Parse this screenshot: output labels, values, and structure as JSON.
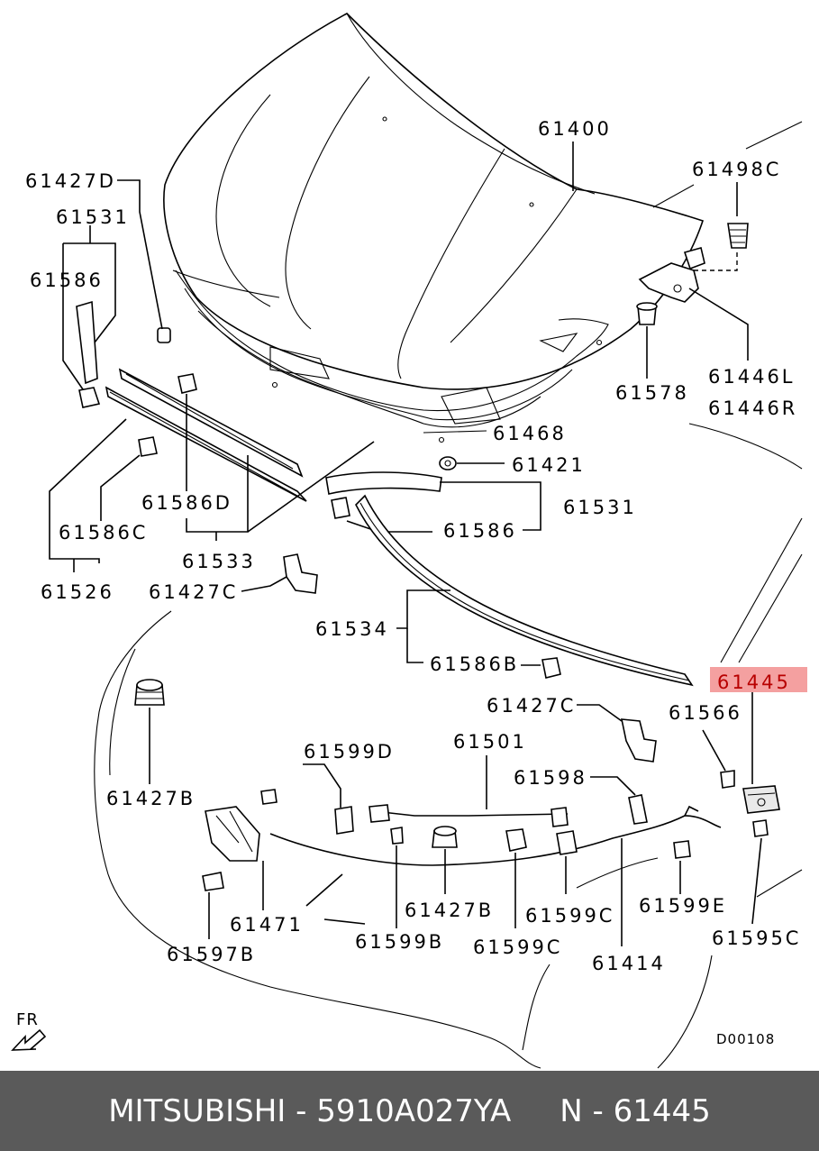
{
  "labels": {
    "l61400": "61400",
    "l61498C": "61498C",
    "l61427D": "61427D",
    "l61531_top": "61531",
    "l61586_top": "61586",
    "l61446L": "61446L",
    "l61446R": "61446R",
    "l61578": "61578",
    "l61468": "61468",
    "l61421": "61421",
    "l61586D": "61586D",
    "l61531_mid": "61531",
    "l61586C": "61586C",
    "l61586_mid": "61586",
    "l61533": "61533",
    "l61526": "61526",
    "l61427C_left": "61427C",
    "l61534": "61534",
    "l61586B": "61586B",
    "l61445": "61445",
    "l61427C_right": "61427C",
    "l61566": "61566",
    "l61599D": "61599D",
    "l61501": "61501",
    "l61598": "61598",
    "l61427B_left": "61427B",
    "l61471": "61471",
    "l61427B_mid": "61427B",
    "l61599C_a": "61599C",
    "l61599E": "61599E",
    "l61599B": "61599B",
    "l61599C_b": "61599C",
    "l61595C": "61595C",
    "l61414": "61414",
    "l61597B": "61597B",
    "direction": "FR",
    "drawing_code": "D00108"
  },
  "highlight": {
    "part": "61445",
    "background_color": "#f4a0a0",
    "text_color": "#b80000"
  },
  "footer": {
    "text": "MITSUBISHI - 5910A027YA     N - 61445",
    "background_color": "#5a5a5a"
  }
}
